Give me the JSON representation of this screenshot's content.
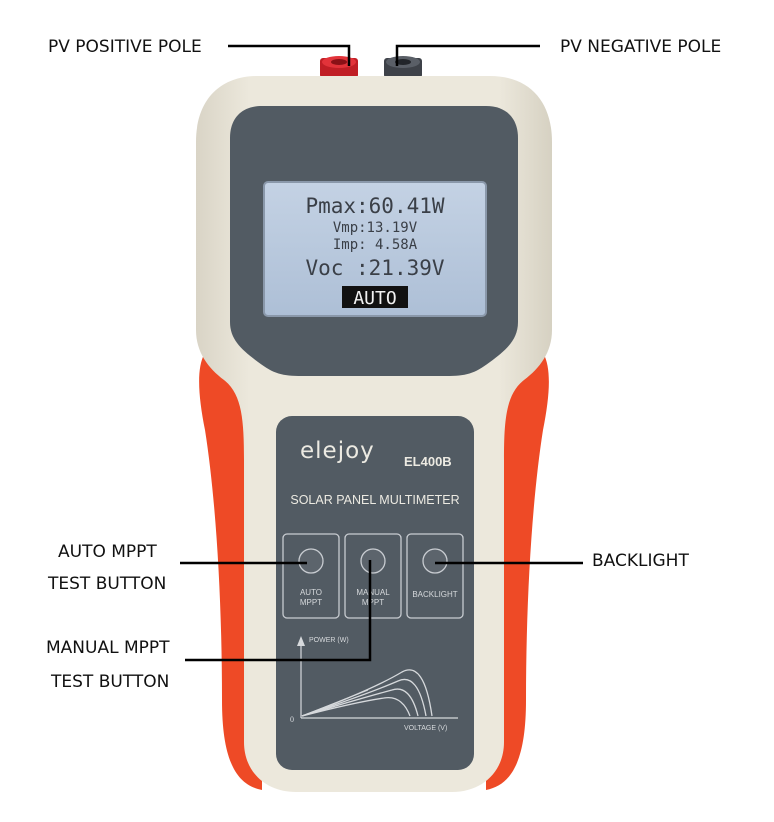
{
  "callouts": {
    "pv_positive": "PV POSITIVE POLE",
    "pv_negative": "PV NEGATIVE POLE",
    "auto_line1": "AUTO MPPT",
    "auto_line2": "TEST BUTTON",
    "manual_line1": "MANUAL MPPT",
    "manual_line2": "TEST BUTTON",
    "backlight": "BACKLIGHT"
  },
  "display": {
    "pmax": "Pmax:60.41W",
    "vmp": "Vmp:13.19V",
    "imp": "Imp: 4.58A",
    "voc": "Voc :21.39V",
    "mode": "AUTO"
  },
  "device": {
    "brand": "elejoy",
    "model": "EL400B",
    "name": "SOLAR PANEL MULTIMETER"
  },
  "buttons": {
    "auto_line1": "AUTO",
    "auto_line2": "MPPT",
    "manual_line1": "MANUAL",
    "manual_line2": "MPPT",
    "backlight": "BACKLIGHT"
  },
  "graph": {
    "y_label": "POWER (W)",
    "x_label": "VOLTAGE (V)",
    "origin": "0"
  },
  "colors": {
    "body": "#ece8dc",
    "accent": "#ee4a26",
    "panel": "#525b63",
    "lcd": "#b8c8dc",
    "positive_terminal": "#d8252d",
    "negative_terminal": "#4a4e55"
  }
}
